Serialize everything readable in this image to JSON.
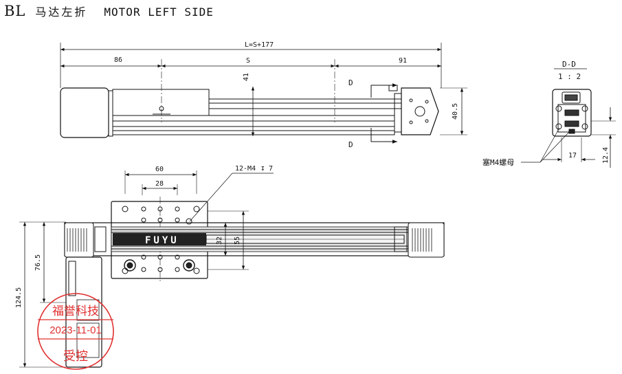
{
  "header": {
    "model_code": "BL",
    "title_cn": "马达左折",
    "title_en": "MOTOR LEFT SIDE"
  },
  "top_view": {
    "overall_length": "L=S+177",
    "left_length": "86",
    "stroke": "S",
    "right_length": "91",
    "carriage_height": "41",
    "side_height": "40.5",
    "section_marker_top": "D",
    "section_marker_bottom": "D"
  },
  "section_view": {
    "title": "D-D",
    "scale": "1 : 2",
    "width_17": "17",
    "height_12_4": "12.4",
    "nut_label": "塞M4螺母"
  },
  "plan_view": {
    "mount_width": "60",
    "mount_pitch": "28",
    "hole_callout": "12-M4",
    "depth_symbol": "↧",
    "hole_depth": "7",
    "brand_text": "FUYU",
    "rail_width": "32",
    "body_width": "55",
    "motor_offset": "76.5",
    "total_height": "124.5"
  },
  "stamp": {
    "company": "福誉科技",
    "date": "2023-11-01",
    "mark": "受控",
    "color": "#e03030"
  }
}
